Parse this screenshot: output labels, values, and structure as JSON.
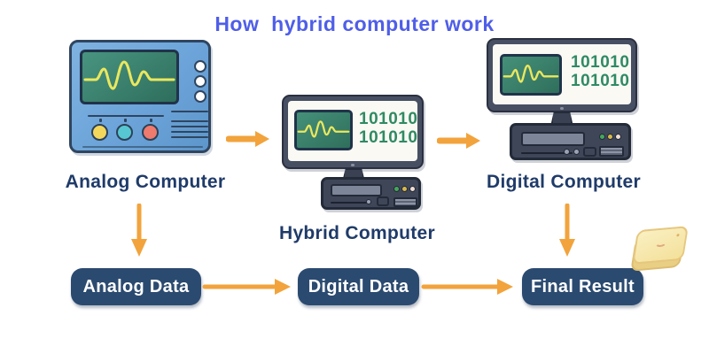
{
  "title": "How  hybrid computer work",
  "computers": {
    "analog": {
      "label": "Analog Computer"
    },
    "hybrid": {
      "label": "Hybrid Computer",
      "binary": [
        "101010",
        "101010"
      ]
    },
    "digital": {
      "label": "Digital Computer",
      "binary": [
        "101010",
        "101010"
      ]
    }
  },
  "flow": {
    "analog_data": "Analog Data",
    "digital_data": "Digital Data",
    "final_result": "Final Result"
  },
  "colors": {
    "title_blue": "#4f5ee8",
    "label_navy": "#1f3b69",
    "box_navy": "#2b4a70",
    "arrow_orange": "#f2a33c",
    "binary_green": "#2f8a63",
    "screen_green": "#3a8070",
    "wave_yellow": "#eae75e",
    "analog_body_blue": "#6ca4d9"
  }
}
